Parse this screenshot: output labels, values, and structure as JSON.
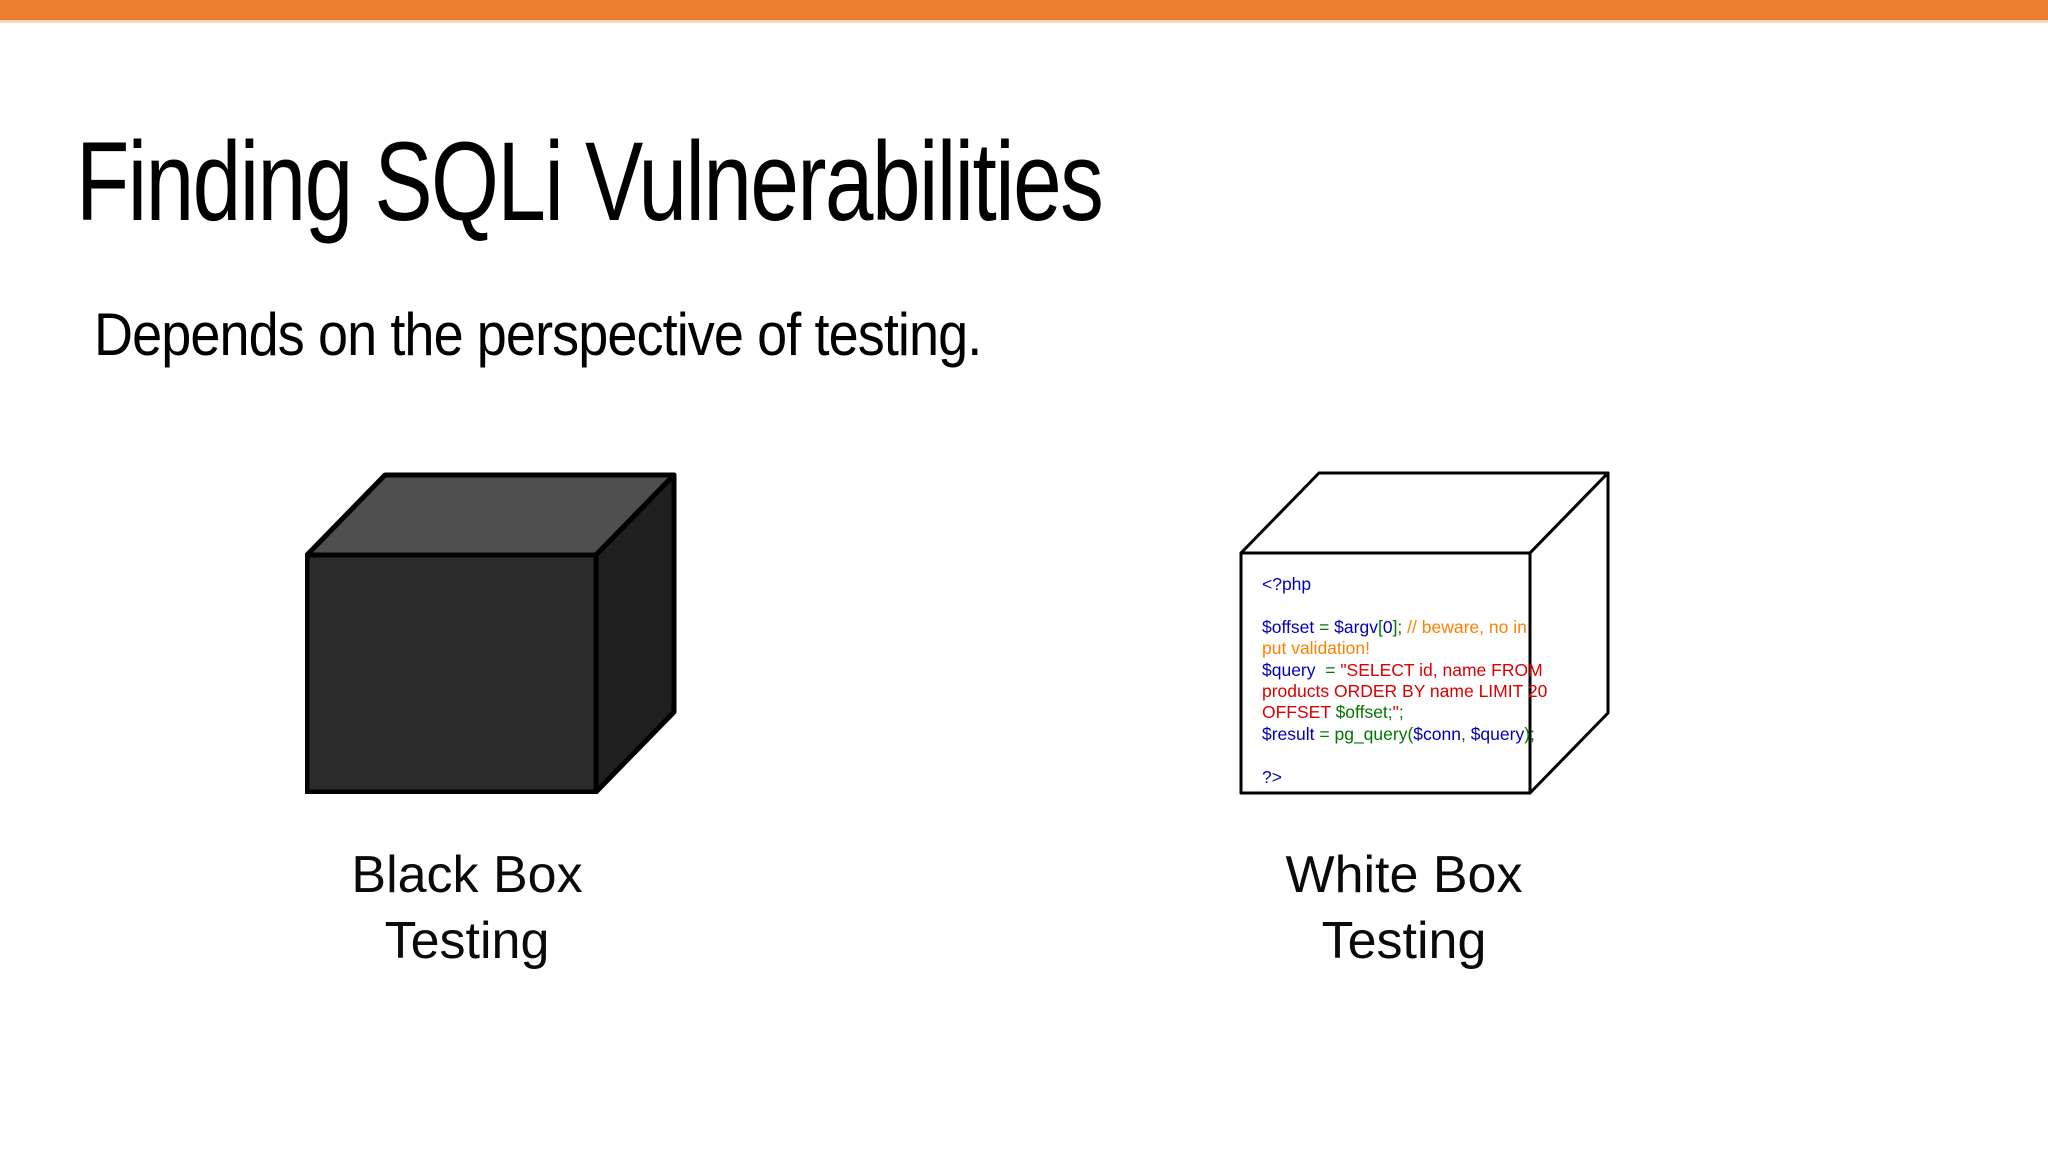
{
  "slide": {
    "title": "Finding SQLi Vulnerabilities",
    "subtitle": "Depends on the perspective of testing.",
    "accent_bar_color": "#ED7D31",
    "background_color": "#FFFFFF"
  },
  "black_box": {
    "label_line1": "Black Box",
    "label_line2": "Testing",
    "face_colors": {
      "front": "#2B2B2B",
      "top": "#4F4F4F",
      "right": "#1F1F1F",
      "outline": "#000000"
    }
  },
  "white_box": {
    "label_line1": "White Box",
    "label_line2": "Testing",
    "face_colors": {
      "front": "#FFFFFF",
      "top": "#FFFFFF",
      "right": "#FFFFFF",
      "outline": "#000000"
    },
    "code_colors": {
      "tag": "#0000BB",
      "var": "#0000BB",
      "kw": "#007700",
      "str": "#DD0000",
      "com": "#FF8000"
    },
    "code_lines": [
      [
        [
          "tag",
          "<?php"
        ]
      ],
      [],
      [
        [
          "var",
          "$offset"
        ],
        [
          "kw",
          " = "
        ],
        [
          "var",
          "$argv"
        ],
        [
          "kw",
          "["
        ],
        [
          "var",
          "0"
        ],
        [
          "kw",
          "]; "
        ],
        [
          "com",
          "// beware, no in"
        ]
      ],
      [
        [
          "com",
          "put validation!"
        ]
      ],
      [
        [
          "var",
          "$query"
        ],
        [
          "kw",
          "  = "
        ],
        [
          "str",
          "\"SELECT id, name FROM"
        ]
      ],
      [
        [
          "str",
          "products ORDER BY name LIMIT 20"
        ]
      ],
      [
        [
          "str",
          "OFFSET "
        ],
        [
          "kw",
          "$offset;"
        ],
        [
          "str",
          "\""
        ],
        [
          "kw",
          ";"
        ]
      ],
      [
        [
          "var",
          "$result"
        ],
        [
          "kw",
          " = pg_query("
        ],
        [
          "var",
          "$conn"
        ],
        [
          "kw",
          ", "
        ],
        [
          "var",
          "$query"
        ],
        [
          "kw",
          ");"
        ]
      ],
      [],
      [
        [
          "tag",
          "?>"
        ]
      ]
    ]
  }
}
